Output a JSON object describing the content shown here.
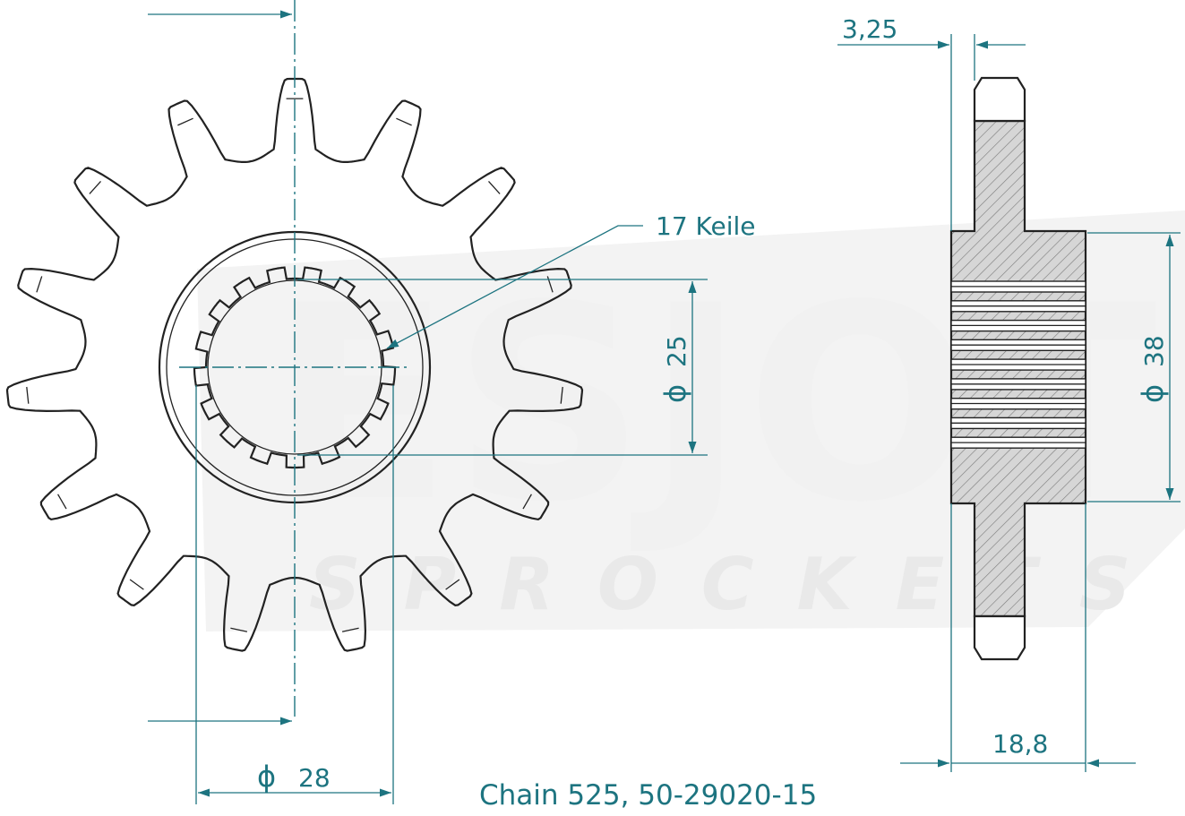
{
  "watermark": {
    "brand": "ESJOT",
    "subtitle": "SPROCKETS"
  },
  "labels": {
    "splines": "17 Keile",
    "dim_bore": "25",
    "dim_hub_outer": "38",
    "dim_inner_circle": "28",
    "dim_tooth_width": "3,25",
    "dim_hub_width": "18,8",
    "diameter_symbol": "ϕ"
  },
  "caption": "Chain 525, 50-29020-15",
  "part": {
    "teeth": 15,
    "splines": 17
  },
  "colors": {
    "dimension": "#1d7480",
    "outline": "#222222",
    "hatch": "#d9d9d9",
    "watermark": "#f1f1f1"
  }
}
